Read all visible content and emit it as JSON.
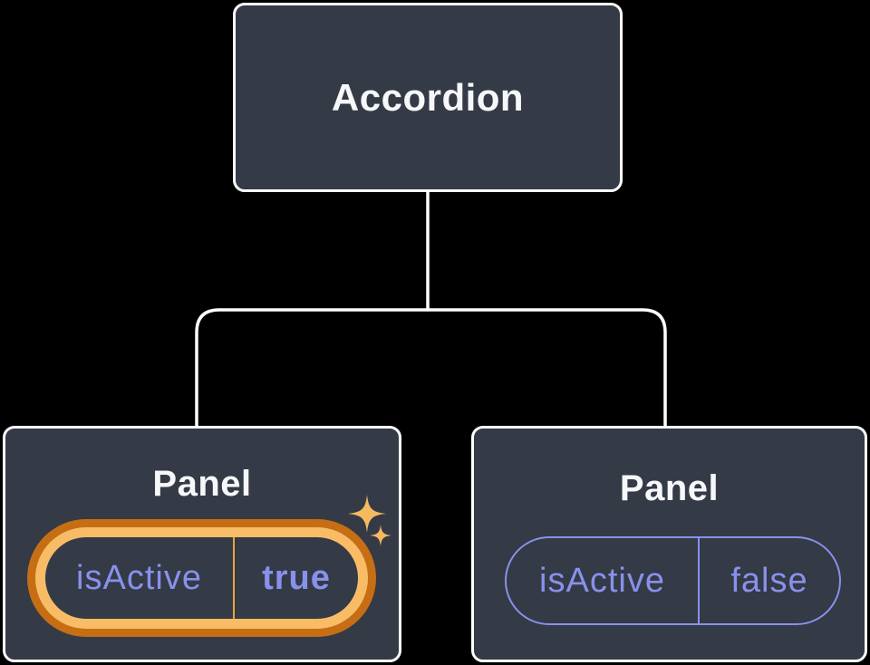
{
  "tree": {
    "root": {
      "label": "Accordion"
    },
    "panels": [
      {
        "label": "Panel",
        "state_name": "isActive",
        "state_value": "true",
        "highlighted": true
      },
      {
        "label": "Panel",
        "state_name": "isActive",
        "state_value": "false",
        "highlighted": false
      }
    ]
  },
  "colors": {
    "background": "#000000",
    "card_background": "#343A46",
    "card_border": "#FFFFFF",
    "title_text": "#F6F7F9",
    "state_text": "#8891EC",
    "inactive_pill_border": "#8891EC",
    "highlight_ring_outer": "#C66E14",
    "highlight_ring_inner": "#F9BC66",
    "highlight_divider": "#E9A23F",
    "sparkle": "#F5B960",
    "connector": "#FFFFFF"
  },
  "icons": {
    "sparkle_large": "sparkle-icon",
    "sparkle_small": "sparkle-icon"
  }
}
